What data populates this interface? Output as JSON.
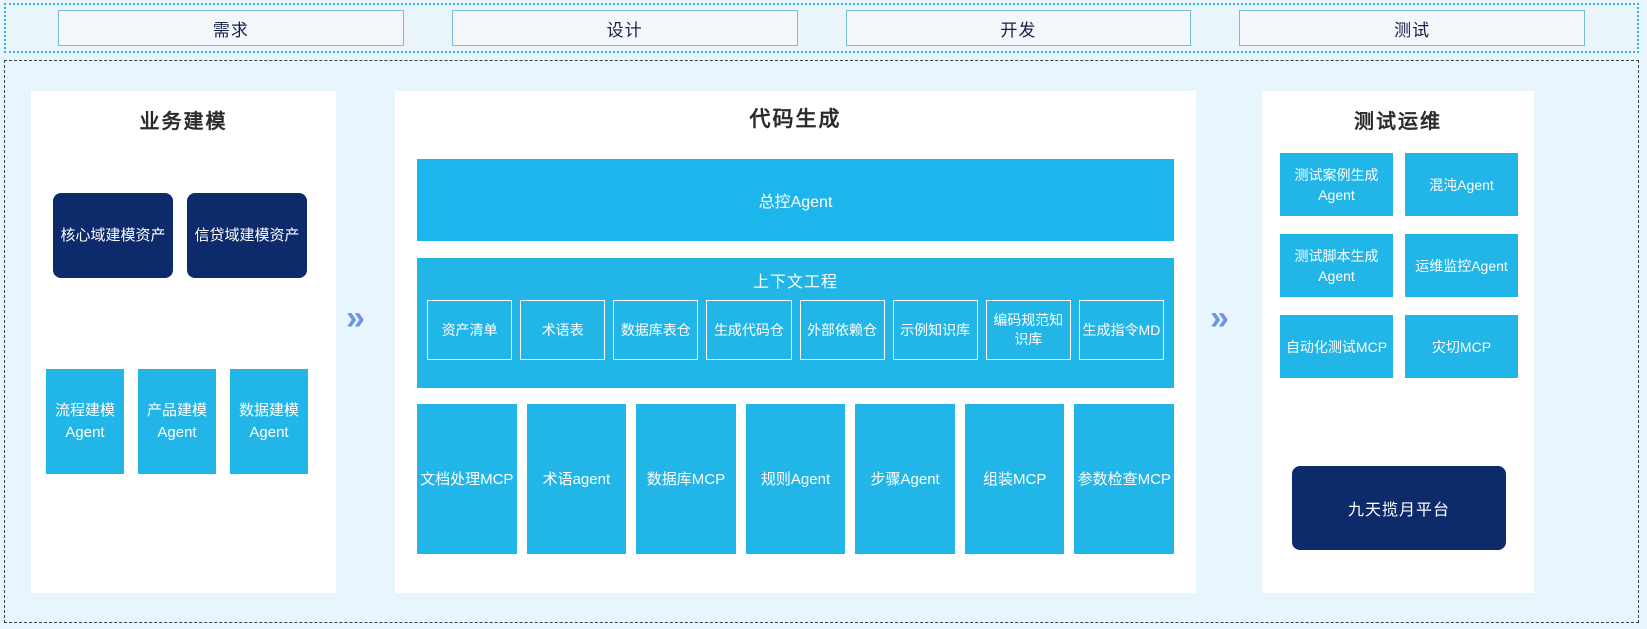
{
  "stages": {
    "items": [
      {
        "label": "需求"
      },
      {
        "label": "设计"
      },
      {
        "label": "开发"
      },
      {
        "label": "测试"
      }
    ]
  },
  "colors": {
    "background": "#e9f5fd",
    "panel": "#ffffff",
    "cyan": "#22b6e8",
    "cyan_bar": "#1cb6ec",
    "navy": "#0d2a6b",
    "chevron": "#6e93ea",
    "stage_border": "#79bcd8",
    "stage_fill": "#f3f7fa",
    "title_text": "#2b2b2b"
  },
  "left_panel": {
    "title": "业务建模",
    "assets": [
      {
        "label": "核心域建模资产"
      },
      {
        "label": "信贷域建模资产"
      }
    ],
    "agents": [
      {
        "label": "流程建模Agent"
      },
      {
        "label": "产品建模Agent"
      },
      {
        "label": "数据建模Agent"
      }
    ]
  },
  "center_panel": {
    "title": "代码生成",
    "master_agent": "总控Agent",
    "context": {
      "title": "上下文工程",
      "items": [
        {
          "label": "资产清单"
        },
        {
          "label": "术语表"
        },
        {
          "label": "数据库表仓"
        },
        {
          "label": "生成代码仓"
        },
        {
          "label": "外部依赖仓"
        },
        {
          "label": "示例知识库"
        },
        {
          "label": "编码规范知识库"
        },
        {
          "label": "生成指令MD"
        }
      ]
    },
    "mcp_cards": [
      {
        "label": "文档处理MCP"
      },
      {
        "label": "术语agent"
      },
      {
        "label": "数据库MCP"
      },
      {
        "label": "规则Agent"
      },
      {
        "label": "步骤Agent"
      },
      {
        "label": "组装MCP"
      },
      {
        "label": "参数检查MCP"
      }
    ]
  },
  "right_panel": {
    "title": "测试运维",
    "cards": [
      {
        "label": "测试案例生成Agent"
      },
      {
        "label": "混沌Agent"
      },
      {
        "label": "测试脚本生成Agent"
      },
      {
        "label": "运维监控Agent"
      },
      {
        "label": "自动化测试MCP"
      },
      {
        "label": "灾切MCP"
      }
    ],
    "platform": "九天揽月平台"
  },
  "connectors": {
    "arrow_glyph": "»"
  }
}
